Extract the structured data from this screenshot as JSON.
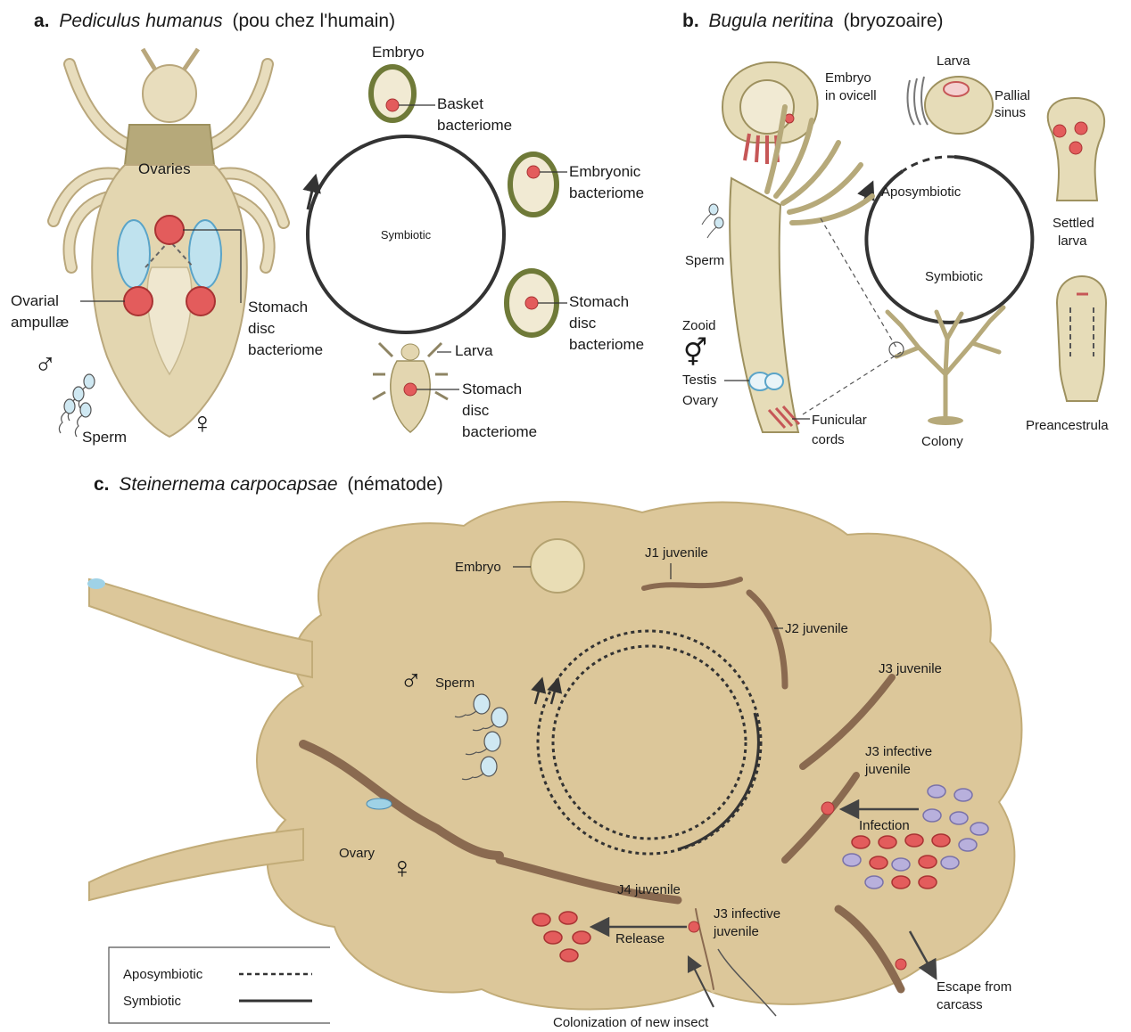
{
  "panel_a": {
    "letter": "a.",
    "species": "Pediculus humanus",
    "common": "(pou chez l'humain)",
    "ovaries": "Ovaries",
    "ovarial_1": "Ovarial",
    "ovarial_2": "ampullæ",
    "stomach_1": "Stomach",
    "stomach_2": "disc",
    "stomach_3": "bacteriome",
    "sperm": "Sperm",
    "male_symbol": "♂",
    "female_symbol": "♀",
    "embryo": "Embryo",
    "basket_1": "Basket",
    "basket_2": "bacteriome",
    "symbiotic": "Symbiotic",
    "embryonic_1": "Embryonic",
    "embryonic_2": "bacteriome",
    "stage3_1": "Stomach",
    "stage3_2": "disc",
    "stage3_3": "bacteriome",
    "larva": "Larva",
    "larva_sd_1": "Stomach",
    "larva_sd_2": "disc",
    "larva_sd_3": "bacteriome"
  },
  "panel_b": {
    "letter": "b.",
    "species": "Bugula neritina",
    "common": "(bryozoaire)",
    "embryo_1": "Embryo",
    "embryo_2": "in ovicell",
    "larva": "Larva",
    "pallial_1": "Pallial",
    "pallial_2": "sinus",
    "sperm": "Sperm",
    "aposymbiotic": "Aposymbiotic",
    "symbiotic": "Symbiotic",
    "settled_1": "Settled",
    "settled_2": "larva",
    "zooid": "Zooid",
    "hermaphrodite_symbol": "⚥",
    "testis": "Testis",
    "ovary": "Ovary",
    "funicular_1": "Funicular",
    "funicular_2": "cords",
    "colony": "Colony",
    "preancestrula": "Preancestrula"
  },
  "panel_c": {
    "letter": "c.",
    "species": "Steinernema carpocapsae",
    "common": "(nématode)",
    "embryo": "Embryo",
    "j1": "J1 juvenile",
    "j2": "J2 juvenile",
    "j3": "J3 juvenile",
    "j3_inf_1": "J3 infective",
    "j3_inf_2": "juvenile",
    "infection": "Infection",
    "sperm": "Sperm",
    "male_symbol": "♂",
    "ovary": "Ovary",
    "female_symbol": "♀",
    "j4": "J4 juvenile",
    "j3_inf_b_1": "J3 infective",
    "j3_inf_b_2": "juvenile",
    "release": "Release",
    "escape_1": "Escape from",
    "escape_2": "carcass",
    "colonization": "Colonization of new insect"
  },
  "legend": {
    "aposymbiotic": "Aposymbiotic",
    "symbiotic": "Symbiotic"
  },
  "colors": {
    "tissue": "#e6d8b0",
    "tissue_dark": "#c9b98e",
    "insect_body": "#dcc79a",
    "cell_green": "#6f7a38",
    "bacteria_red": "#d94a4a",
    "bacteria_lilac": "#b8b0dc",
    "cyan": "#9fd2e6",
    "cycle_line": "#333333"
  }
}
